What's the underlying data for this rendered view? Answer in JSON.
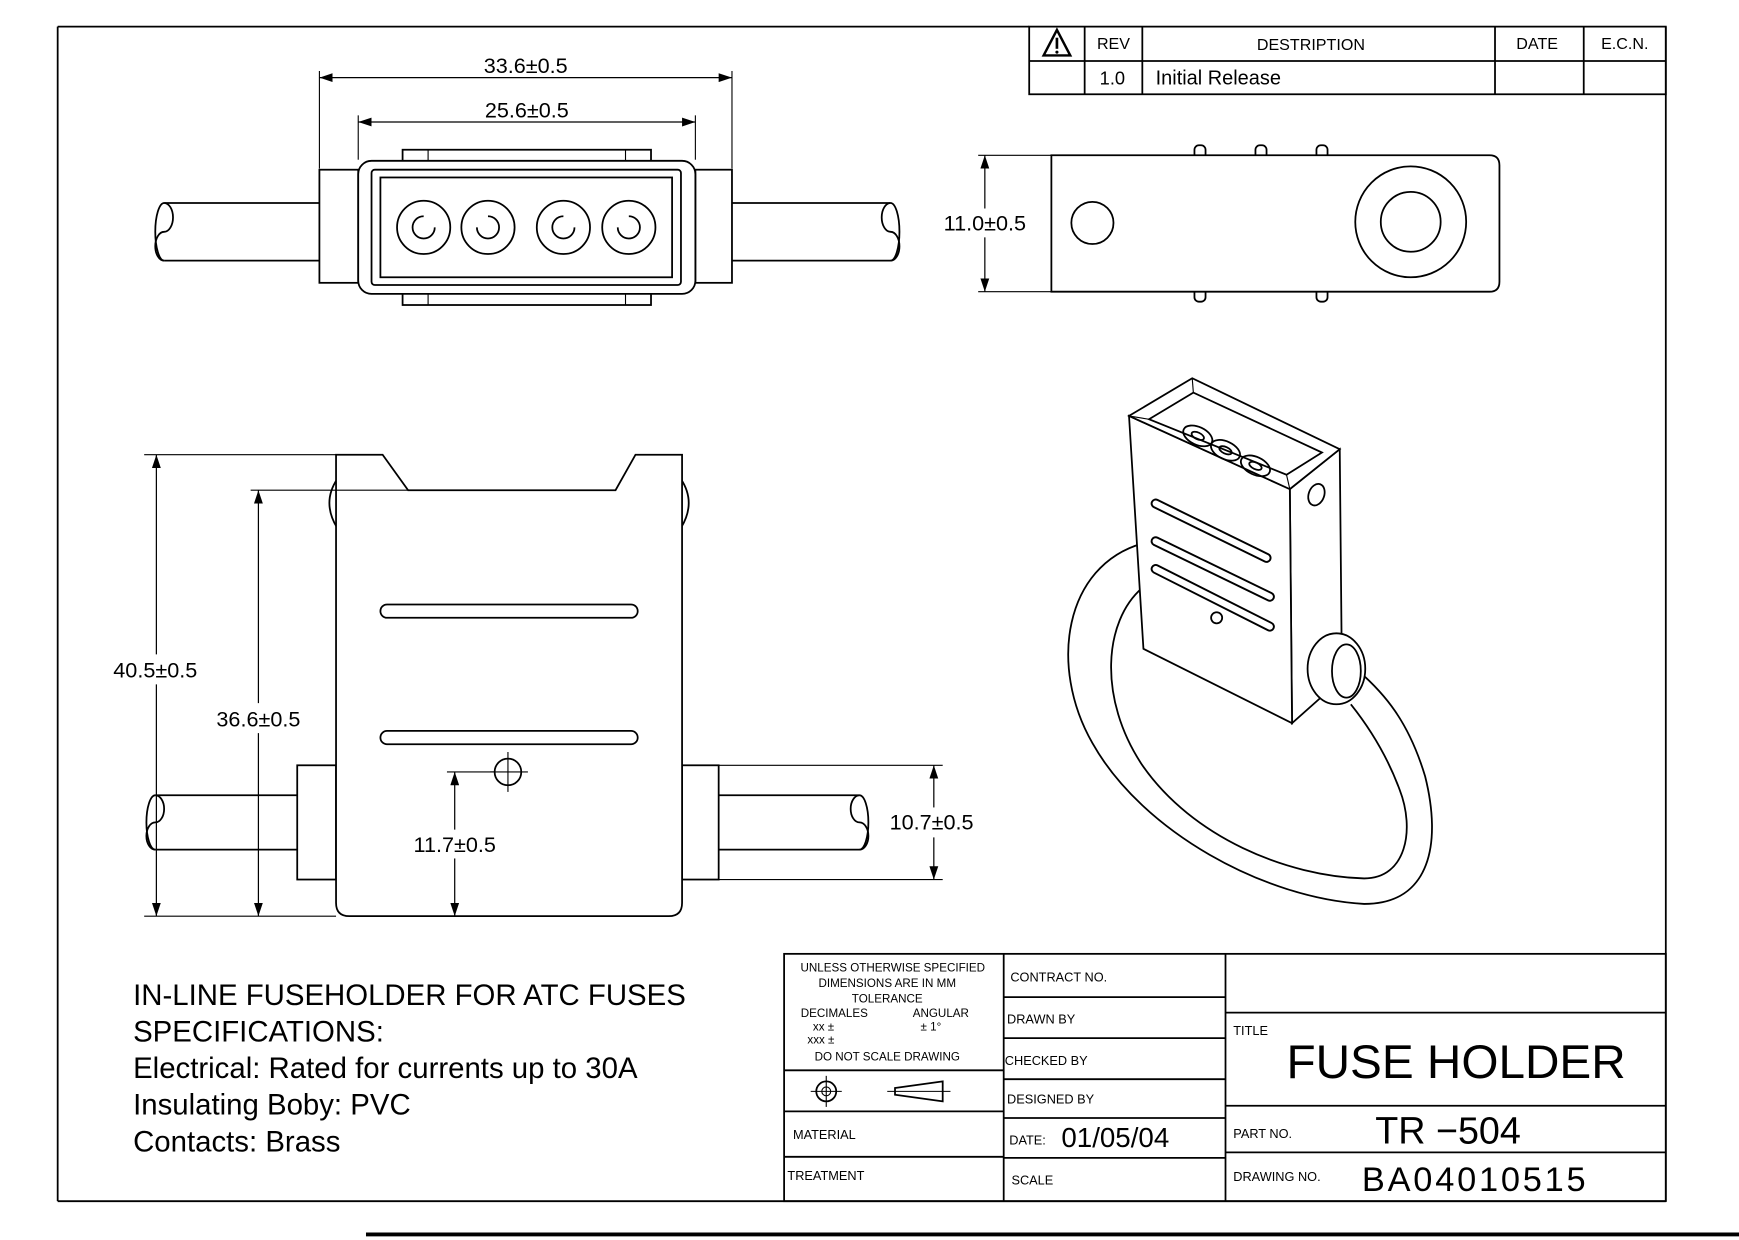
{
  "sheet": {
    "ink_color": "#000000",
    "paper_color": "#ffffff"
  },
  "icons": {
    "revision_marker": "warning-triangle-icon",
    "projection": "first-angle-projection-icon",
    "hole_center": "crosshair-icon"
  },
  "revision_table": {
    "headers": {
      "rev": "REV",
      "description": "DESTRIPTION",
      "date": "DATE",
      "ecn": "E.C.N."
    },
    "rows": [
      {
        "rev": "1.0",
        "description": "Initial Release"
      }
    ]
  },
  "dimensions": {
    "top_view": {
      "overall_width": "33.6±0.5",
      "body_width": "25.6±0.5"
    },
    "side_view": {
      "height": "11.0±0.5"
    },
    "front_view": {
      "overall_height": "40.5±0.5",
      "body_height": "36.6±0.5",
      "wire_axis_height": "11.7±0.5",
      "boss_height": "10.7±0.5"
    }
  },
  "specifications": {
    "heading": "IN-LINE FUSEHOLDER FOR ATC FUSES",
    "label": "SPECIFICATIONS:",
    "lines": [
      "Electrical: Rated for currents up to 30A",
      "Insulating Boby: PVC",
      "Contacts: Brass"
    ]
  },
  "title_block": {
    "tolerance_note": {
      "line1": "UNLESS OTHERWISE SPECIFIED",
      "line2": "DIMENSIONS ARE IN MM",
      "line3": "TOLERANCE",
      "decimals_label": "DECIMALES",
      "angular_label": "ANGULAR",
      "xx": "xx ±",
      "angular_value": "± 1°",
      "xxx": "xxx ±",
      "note": "DO NOT SCALE DRAWING"
    },
    "material_label": "MATERIAL",
    "treatment_label": "TREATMENT",
    "contract_label": "CONTRACT NO.",
    "drawn_by_label": "DRAWN BY",
    "checked_by_label": "CHECKED BY",
    "designed_by_label": "DESIGNED BY",
    "date_label": "DATE:",
    "date_value": "01/05/04",
    "scale_label": "SCALE",
    "title_label": "TITLE",
    "title_value": "FUSE HOLDER",
    "part_no_label": "PART NO.",
    "part_no_value": "TR −504",
    "drawing_no_label": "DRAWING NO.",
    "drawing_no_value": "BA04010515"
  }
}
